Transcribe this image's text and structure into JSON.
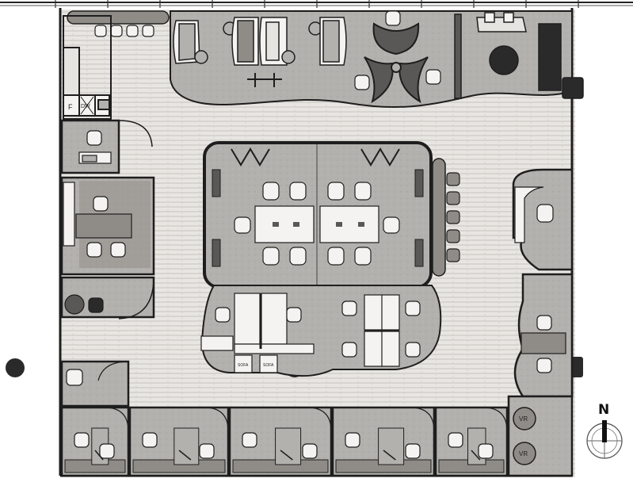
{
  "labels": {
    "compass": "N",
    "appliance_f": "F",
    "appliance_dw": "DW",
    "vr_1": "VR",
    "vr_2": "VR",
    "lounge_sign_1": "SOFA",
    "lounge_sign_2": "SOFA"
  },
  "colors": {
    "floor_wood": "#e8e6e2",
    "wood_lines": "#b9b6b0",
    "carpet": "#b3b1ad",
    "carpet_dark": "#8f8c88",
    "wall": "#1e1e1e",
    "furniture": "#f4f3f1",
    "furniture_dark": "#5a5856",
    "accent_dark": "#2a2a2a"
  },
  "icons": {
    "compass": "compass-rose-icon",
    "column": "structural-column-icon"
  }
}
